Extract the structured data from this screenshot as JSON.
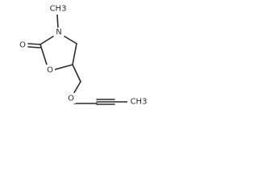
{
  "molecule": {
    "atoms": {
      "methyl_on_nitrogen": "CH3",
      "nitrogen": "N",
      "carbonyl_oxygen": "O",
      "ring_oxygen": "O",
      "ether_oxygen": "O",
      "terminal_methyl": "CH3"
    },
    "colors": {
      "bond": "#2b2b2b",
      "label": "#2b2b2b",
      "background": "#ffffff"
    }
  }
}
